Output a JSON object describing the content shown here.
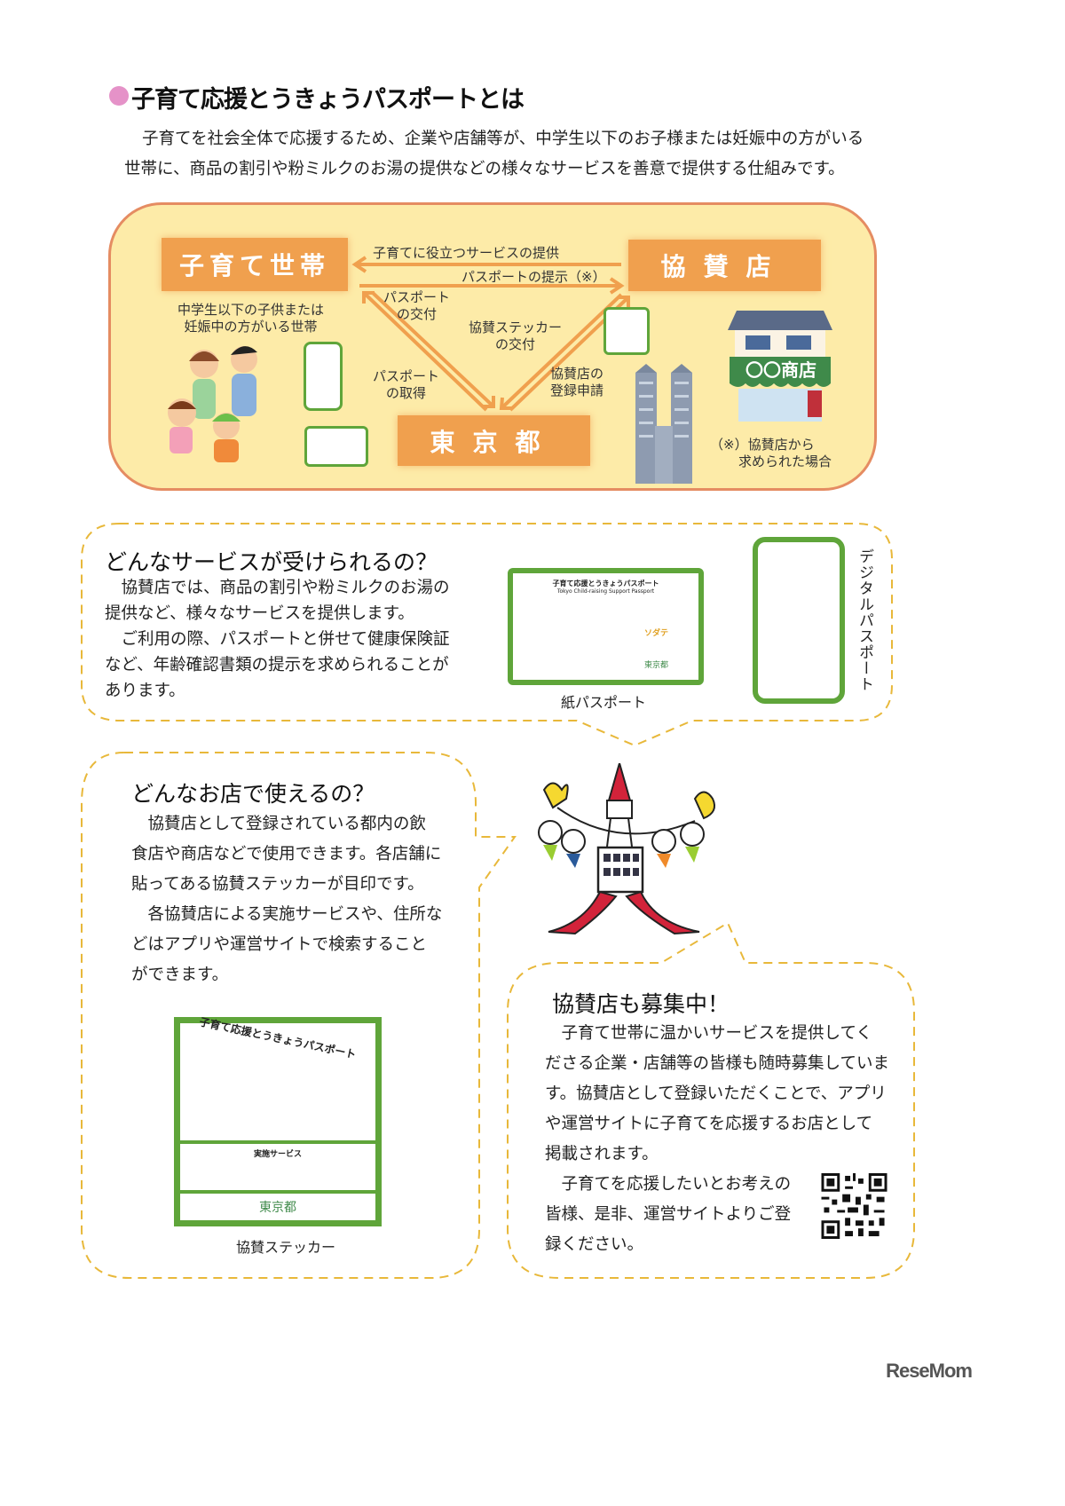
{
  "header": {
    "title": "子育て応援とうきょうパスポートとは",
    "intro_lines": [
      "子育てを社会全体で応援するため、企業や店舗等が、中学生以下のお子様または妊娠中の方がいる",
      "世帯に、商品の割引や粉ミルクのお湯の提供などの様々なサービスを善意で提供する仕組みです。"
    ]
  },
  "diagram": {
    "household": "子育て世帯",
    "sponsor": "協賛店",
    "tokyo": "東京都",
    "household_desc": [
      "中学生以下の子供または",
      "妊娠中の方がいる世帯"
    ],
    "arrow_service": "子育てに役立つサービスの提供",
    "arrow_present": "パスポートの提示（※）",
    "arrow_issue": [
      "パスポート",
      "の交付"
    ],
    "arrow_obtain": [
      "パスポート",
      "の取得"
    ],
    "arrow_sticker": [
      "協賛ステッカー",
      "の交付"
    ],
    "arrow_register": [
      "協賛店の",
      "登録申請"
    ],
    "shop_sign": "〇〇商店",
    "note": [
      "（※）協賛店から",
      "求められた場合"
    ]
  },
  "services": {
    "heading": "どんなサービスが受けられるの？",
    "lines": [
      "　協賛店では、商品の割引や粉ミルクのお湯の",
      "提供など、様々なサービスを提供します。",
      "　ご利用の際、パスポートと併せて健康保険証",
      "など、年齢確認書類の提示を求められることが",
      "あります。"
    ],
    "paper_caption": "紙パスポート",
    "digital_caption": "デジタルパスポート",
    "card_title": "子育て応援とうきょうパスポート",
    "card_subtitle": "Tokyo Child-raising Support Passport",
    "card_brand": "ソダテ",
    "card_issuer": "東京都"
  },
  "shops": {
    "heading": "どんなお店で使えるの？",
    "lines": [
      "　協賛店として登録されている都内の飲",
      "食店や商店などで使用できます。各店舗に",
      "貼ってある協賛ステッカーが目印です。",
      "　各協賛店による実施サービスや、住所な",
      "どはアプリや運営サイトで検索すること",
      "ができます。"
    ],
    "sticker_caption": "協賛ステッカー",
    "sticker_service_label": "実施サービス"
  },
  "recruit": {
    "heading": "協賛店も募集中！",
    "lines": [
      "　子育て世帯に温かいサービスを提供してく",
      "ださる企業・店舗等の皆様も随時募集していま",
      "す。協賛店として登録いただくことで、アプリ",
      "や運営サイトに子育てを応援するお店として",
      "掲載されます。",
      "　子育てを応援したいとお考えの",
      "皆様、是非、運営サイトよりご登",
      "録ください。"
    ]
  },
  "watermark": "ReseMom",
  "colors": {
    "accent_orange": "#f0a04e",
    "flow_bg": "#fdeba8",
    "dash": "#e8b83a",
    "green": "#5fa53a",
    "bullet_pink": "#e592c8"
  }
}
